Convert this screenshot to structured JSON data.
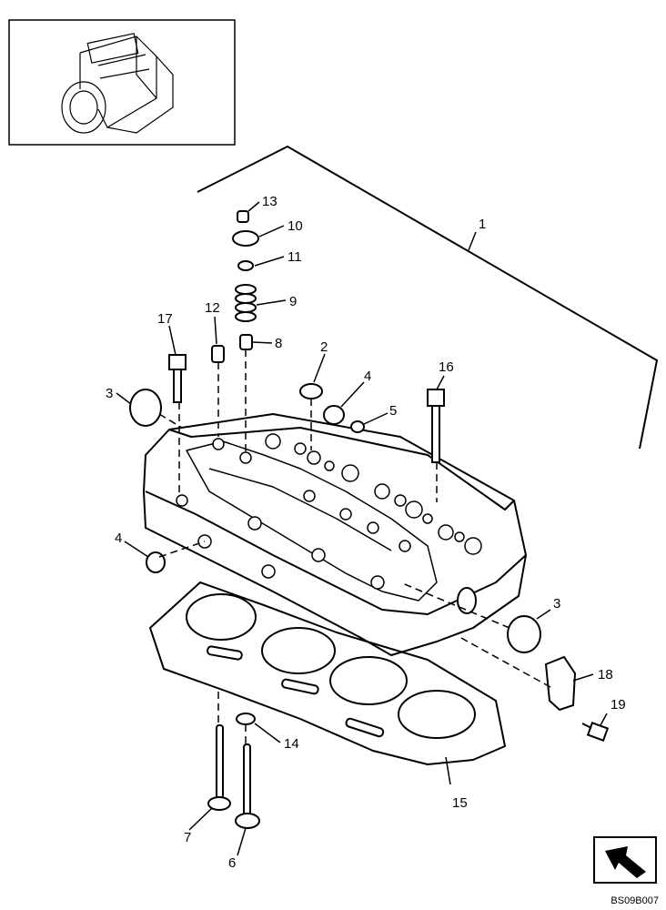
{
  "callouts": [
    "1",
    "2",
    "3",
    "3",
    "4",
    "4",
    "5",
    "6",
    "7",
    "8",
    "9",
    "10",
    "11",
    "12",
    "13",
    "14",
    "15",
    "16",
    "17",
    "18",
    "19"
  ],
  "drawing_code": "BS09B007",
  "nav_icon": "arrow-next-icon",
  "thumbnail_icon": "engine-thumbnail-icon"
}
